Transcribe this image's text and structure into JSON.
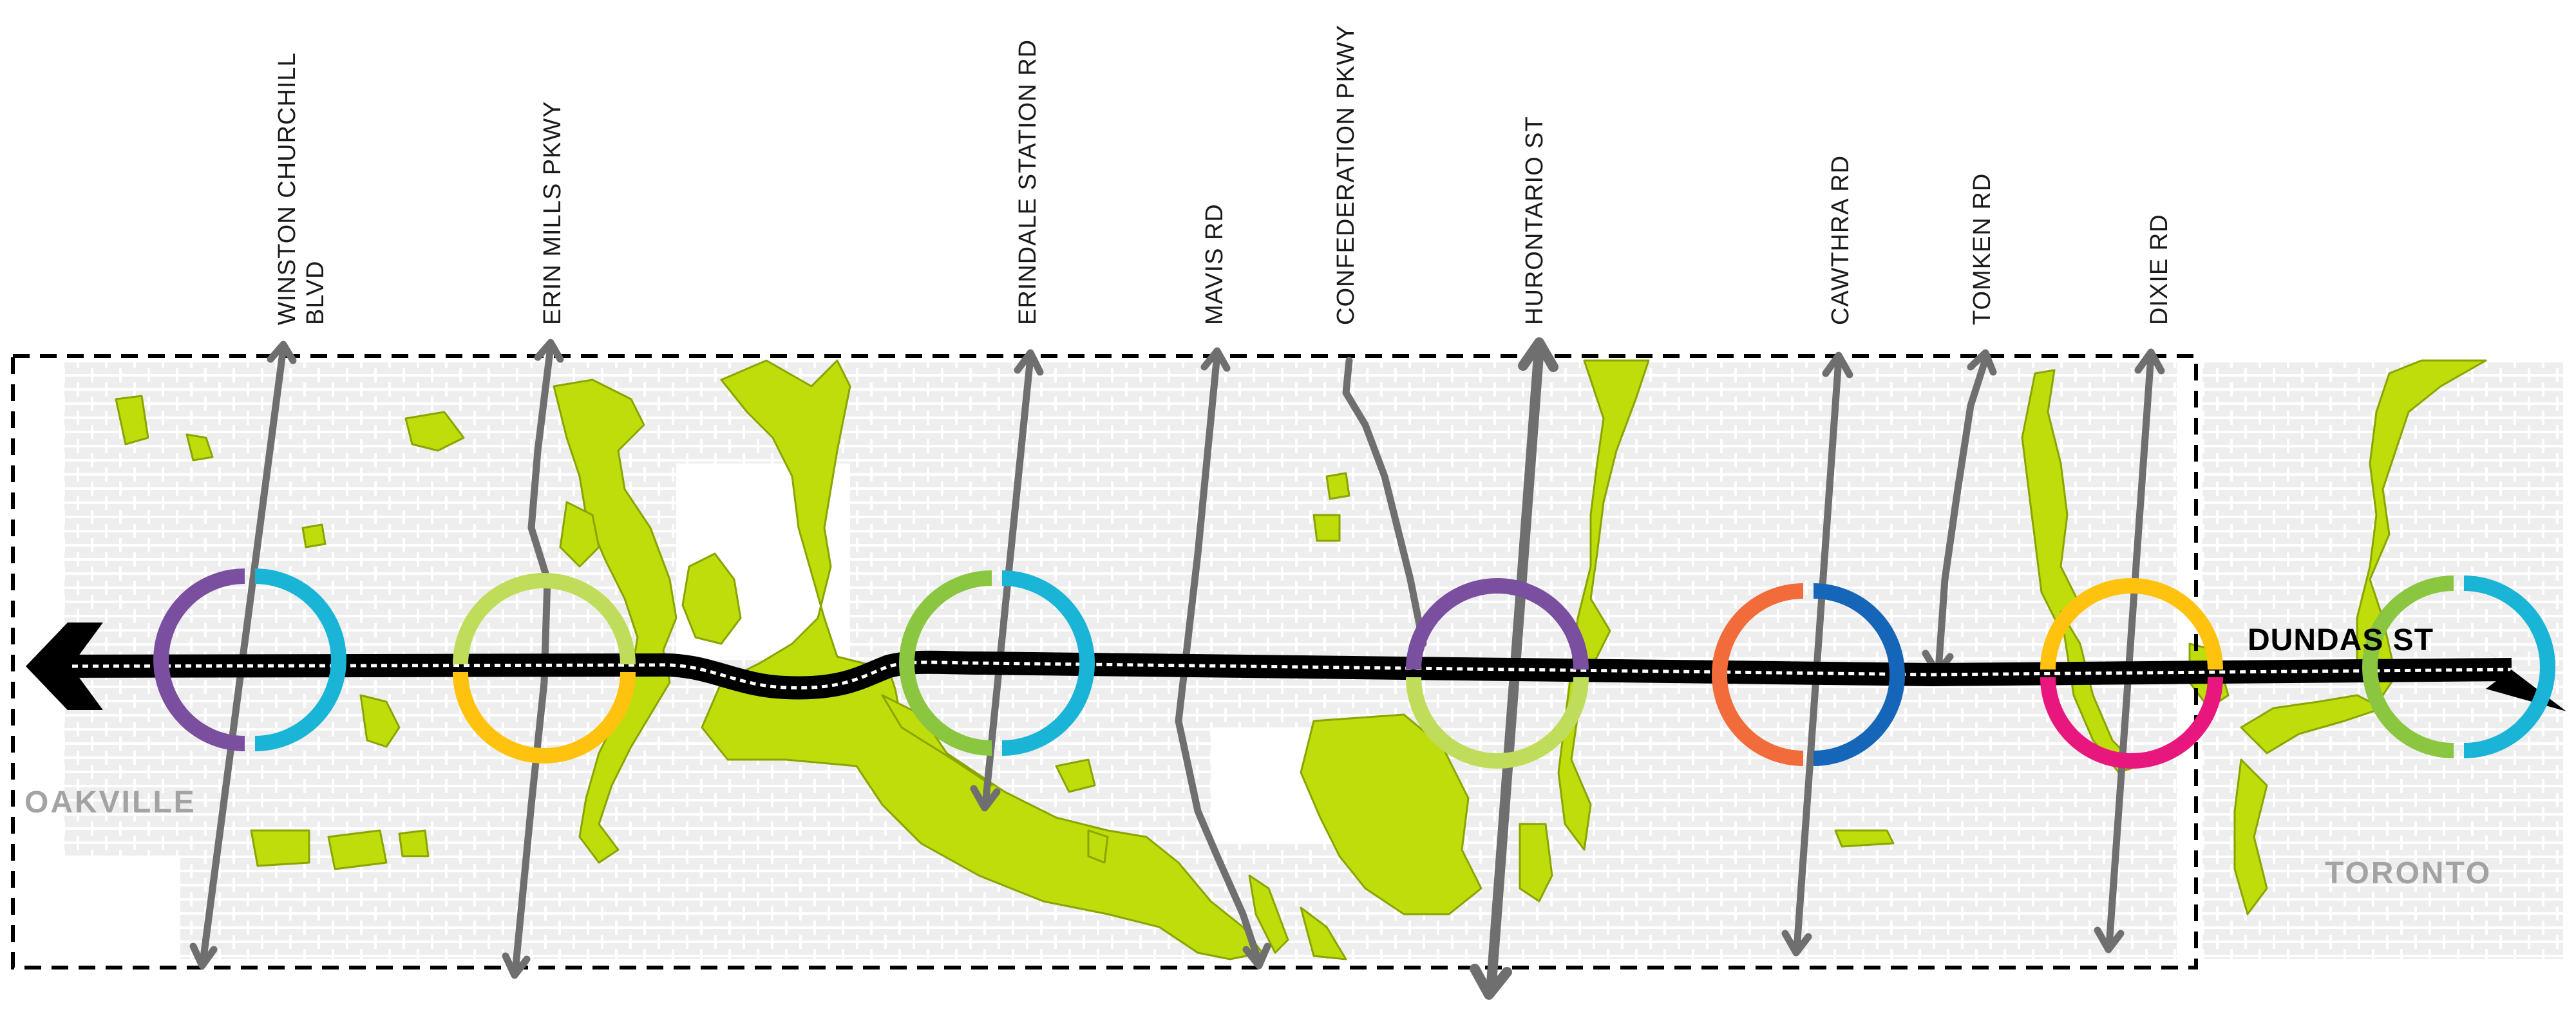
{
  "colors": {
    "background": "#ffffff",
    "urban_fabric": "#eeeeee",
    "urban_lines": "#ffffff",
    "green_space": "#bfdd0a",
    "green_edge": "#8aa400",
    "cross_street": "#6f6f6f",
    "main_street": "#000000",
    "frame": "#000000",
    "place_label": "#a3a3a3"
  },
  "main_street": {
    "label": "DUNDAS ST"
  },
  "places": {
    "west": "OAKVILLE",
    "east": "TORONTO"
  },
  "cross_streets": [
    {
      "id": "winston-churchill",
      "lines": [
        "WINSTON  CHURCHILL",
        "BLVD"
      ]
    },
    {
      "id": "erin-mills",
      "lines": [
        "ERIN MILLS PKWY"
      ]
    },
    {
      "id": "erindale-station",
      "lines": [
        "ERINDALE STATION RD"
      ]
    },
    {
      "id": "mavis",
      "lines": [
        "MAVIS RD"
      ]
    },
    {
      "id": "confederation",
      "lines": [
        "CONFEDERATION PKWY"
      ]
    },
    {
      "id": "hurontario",
      "lines": [
        "HURONTARIO ST"
      ]
    },
    {
      "id": "cawthra",
      "lines": [
        "CAWTHRA RD"
      ]
    },
    {
      "id": "tomken",
      "lines": [
        "TOMKEN RD"
      ]
    },
    {
      "id": "dixie",
      "lines": [
        "DIXIE RD"
      ]
    }
  ],
  "nodes": [
    {
      "id": "winston-churchill",
      "left_color": "#7b4fa0",
      "right_color": "#1ab5d6",
      "split": "vertical"
    },
    {
      "id": "erin-mills",
      "top_color": "#bfdd5a",
      "bottom_color": "#ffc20e",
      "split": "horizontal"
    },
    {
      "id": "erindale",
      "left_color": "#8ac640",
      "right_color": "#1ab5d6",
      "split": "vertical"
    },
    {
      "id": "hurontario",
      "top_color": "#7b4fa0",
      "bottom_color": "#bfdd5a",
      "split": "horizontal"
    },
    {
      "id": "cawthra",
      "left_color": "#f26b3a",
      "right_color": "#1565b8",
      "split": "vertical"
    },
    {
      "id": "dixie",
      "top_color": "#ffc20e",
      "bottom_color": "#e8177d",
      "split": "horizontal"
    },
    {
      "id": "east-end",
      "left_color": "#8ac640",
      "right_color": "#1ab5d6",
      "split": "vertical"
    }
  ]
}
